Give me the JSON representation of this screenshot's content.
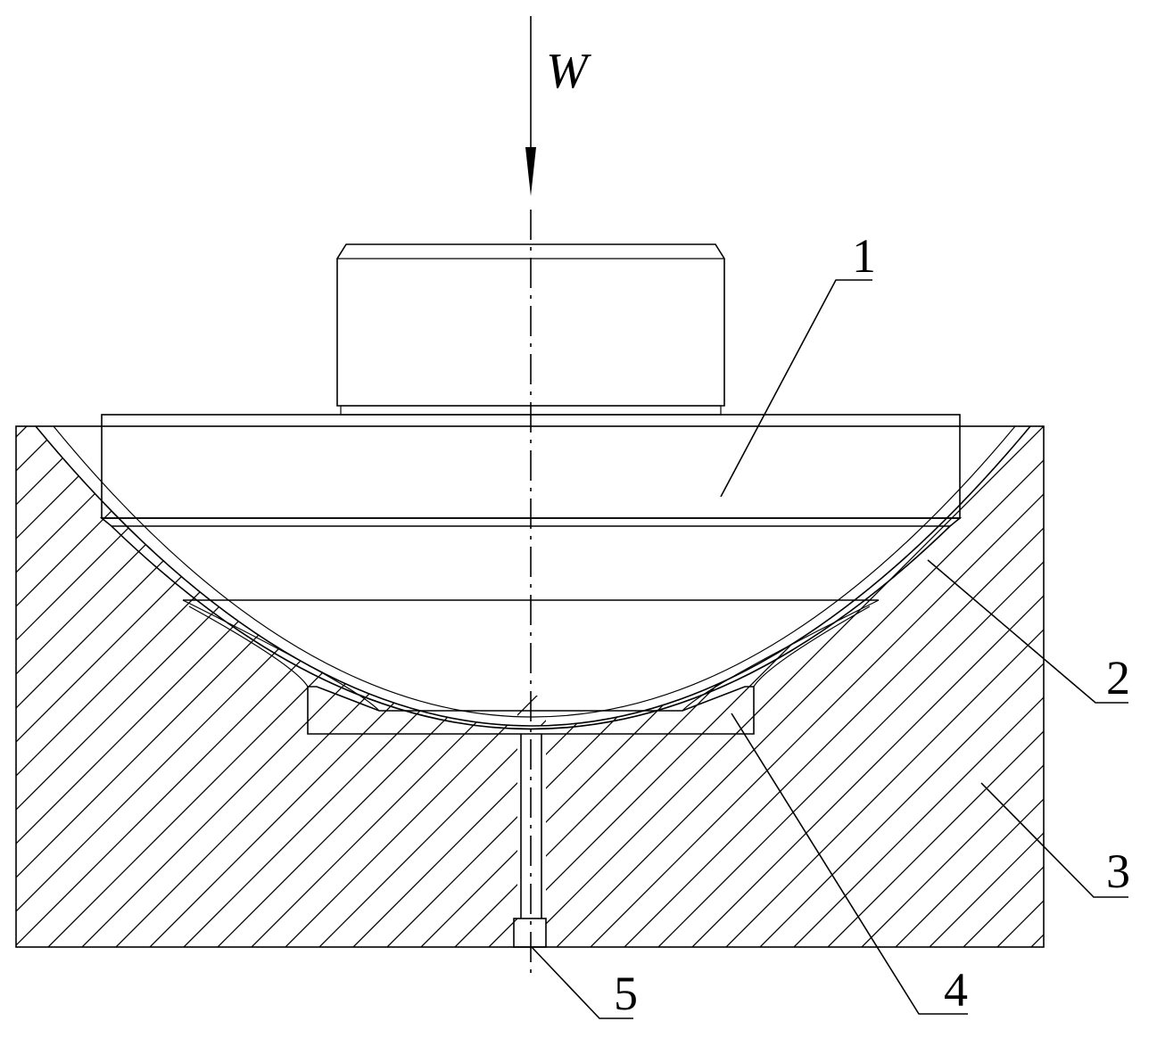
{
  "load": {
    "label": "W"
  },
  "callouts": [
    {
      "id": "1",
      "label": "1"
    },
    {
      "id": "2",
      "label": "2"
    },
    {
      "id": "3",
      "label": "3"
    },
    {
      "id": "4",
      "label": "4"
    },
    {
      "id": "5",
      "label": "5"
    }
  ]
}
